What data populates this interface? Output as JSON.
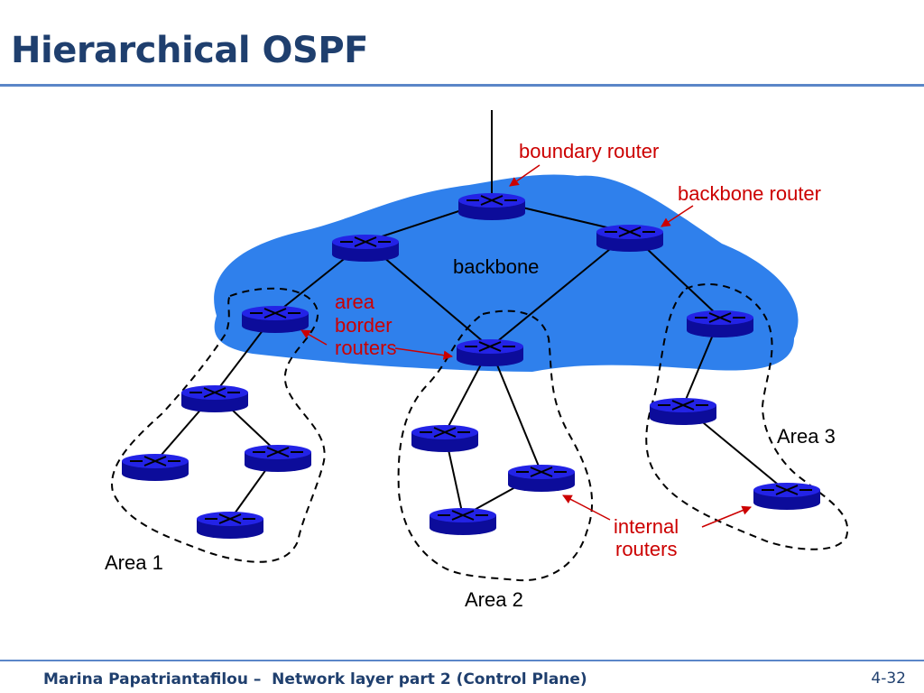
{
  "title": "Hierarchical OSPF",
  "footer": {
    "author": "Marina Papatriantafilou –  Network layer part 2 (Control Plane)",
    "page": "4-32"
  },
  "labels": {
    "boundary_router": "boundary router",
    "backbone_router": "backbone router",
    "backbone": "backbone",
    "area_border_1": "area",
    "area_border_2": "border",
    "area_border_3": "routers",
    "internal_1": "internal",
    "internal_2": "routers",
    "area1": "Area 1",
    "area2": "Area 2",
    "area3": "Area 3"
  },
  "colors": {
    "backbone_fill": "#2f80ec",
    "router_fill": "#1a1ad6",
    "annotation": "#cc0000",
    "title": "#1f3f6e"
  }
}
